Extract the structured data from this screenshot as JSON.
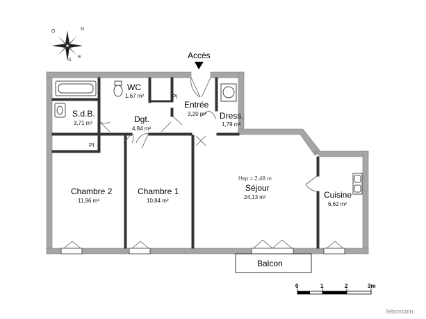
{
  "entrance": {
    "label": "Accès"
  },
  "compass": {
    "n": "N",
    "s": "S",
    "e": "E",
    "o": "O"
  },
  "rooms": {
    "wc": {
      "name": "WC",
      "area": "1,67 m²"
    },
    "sdb": {
      "name": "S.d.B.",
      "area": "3,71 m²"
    },
    "dgt": {
      "name": "Dgt.",
      "area": "4,84 m²"
    },
    "entree": {
      "name": "Entrée",
      "area": "3,20 m²"
    },
    "dress": {
      "name": "Dress.",
      "area": "1,79 m²"
    },
    "chambre2": {
      "name": "Chambre 2",
      "area": "11,96 m²"
    },
    "chambre1": {
      "name": "Chambre 1",
      "area": "10,84 m²"
    },
    "sejour": {
      "name": "Séjour",
      "area": "24,13 m²",
      "hsp": "Hsp = 2,48 m"
    },
    "cuisine": {
      "name": "Cuisine",
      "area": "6,62 m²"
    },
    "balcon": {
      "name": "Balcon"
    }
  },
  "closets": {
    "pl1": "Pl",
    "pl2": "Pl"
  },
  "scale": {
    "ticks": [
      "0",
      "1",
      "2",
      "3m"
    ]
  },
  "watermark": "leboncoin",
  "colors": {
    "wall": "#a6a6a6",
    "wall_edge": "#808080",
    "line": "#333333"
  }
}
